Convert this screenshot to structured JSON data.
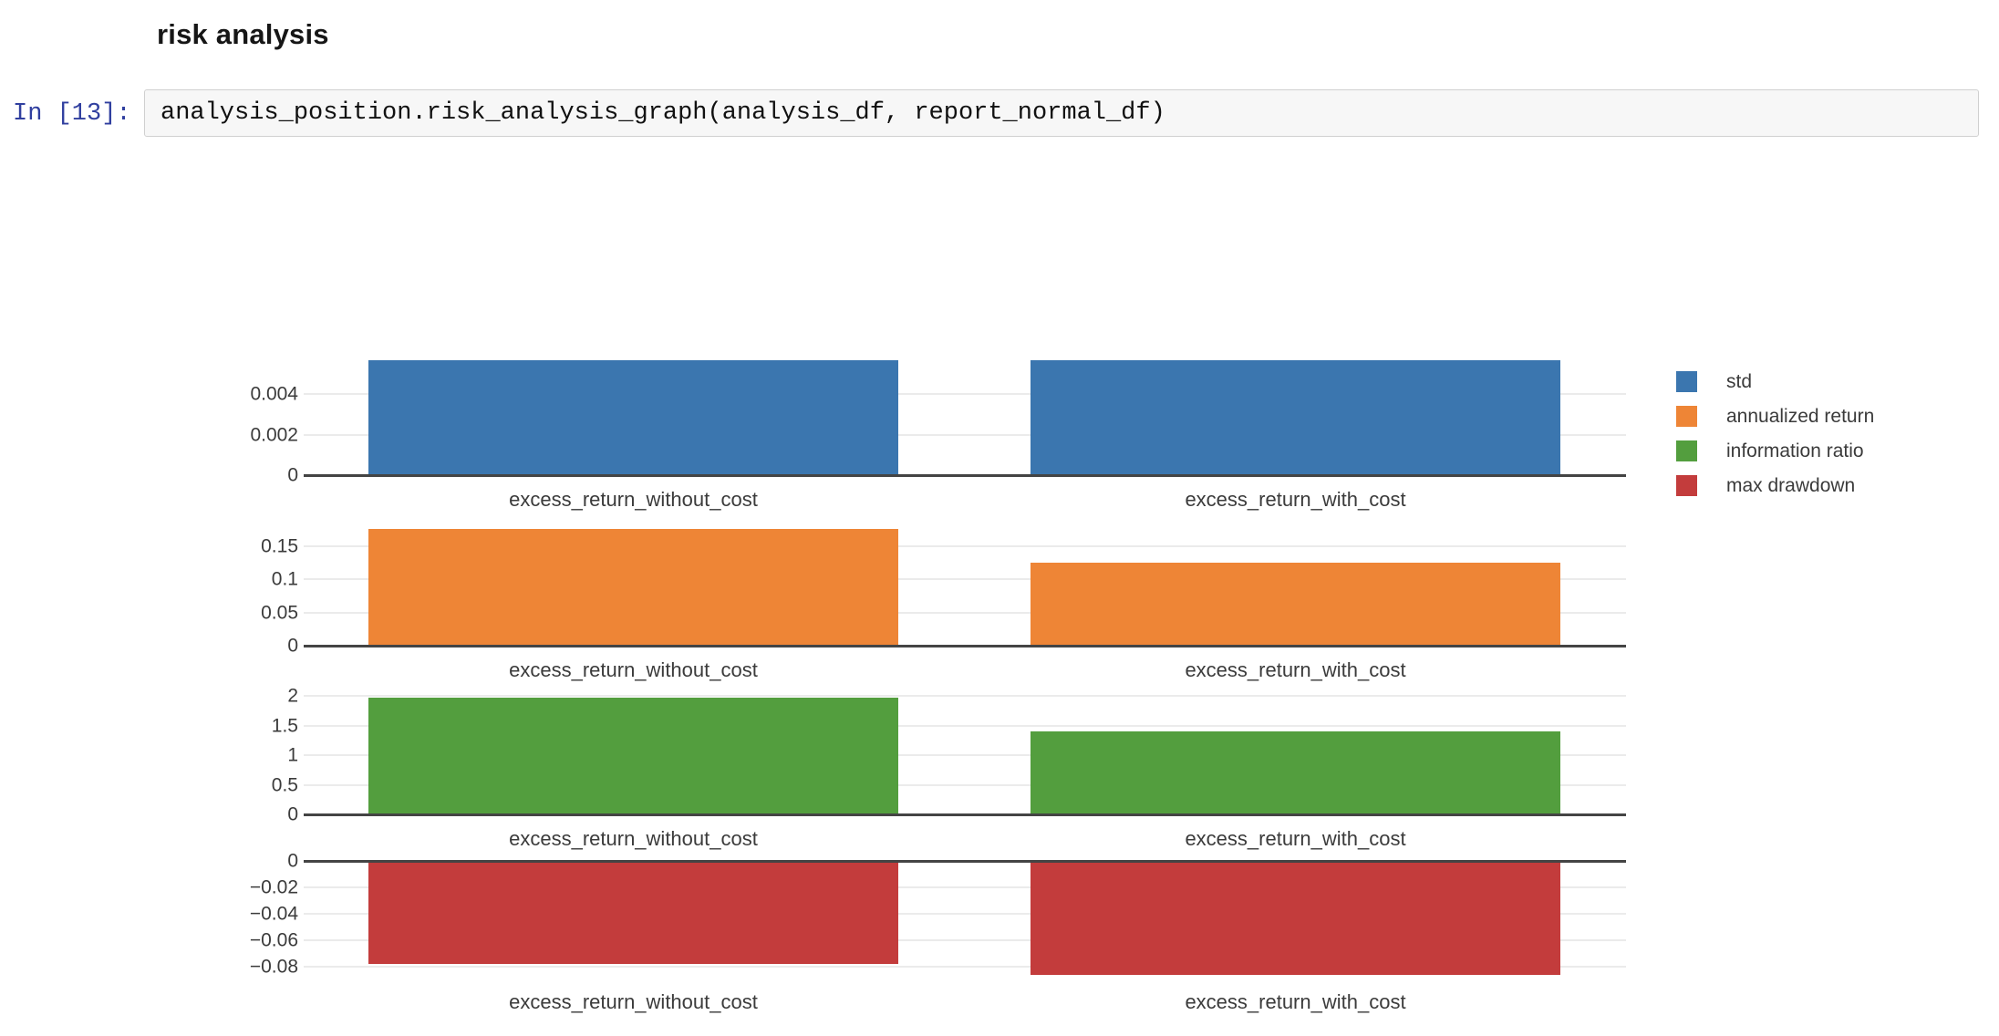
{
  "notebook": {
    "section_title": "risk analysis",
    "cell": {
      "prompt": "In [13]:",
      "code": "analysis_position.risk_analysis_graph(analysis_df, report_normal_df)"
    }
  },
  "chart_data": {
    "type": "bar",
    "categories": [
      "excess_return_without_cost",
      "excess_return_with_cost"
    ],
    "grid": true,
    "legend_position": "top-right",
    "subplots": [
      {
        "name": "std",
        "color": "#3B76AF",
        "values": [
          0.0057,
          0.0057
        ],
        "yticks": [
          0,
          0.002,
          0.004
        ],
        "ytick_labels": [
          "0",
          "0.002",
          "0.004"
        ],
        "ylim": [
          0,
          0.006
        ]
      },
      {
        "name": "annualized return",
        "color": "#EE8536",
        "values": [
          0.175,
          0.125
        ],
        "yticks": [
          0,
          0.05,
          0.1,
          0.15
        ],
        "ytick_labels": [
          "0",
          "0.05",
          "0.1",
          "0.15"
        ],
        "ylim": [
          0,
          0.185
        ]
      },
      {
        "name": "information ratio",
        "color": "#539E3E",
        "values": [
          1.97,
          1.4
        ],
        "yticks": [
          0,
          0.5,
          1,
          1.5,
          2
        ],
        "ytick_labels": [
          "0",
          "0.5",
          "1",
          "1.5",
          "2"
        ],
        "ylim": [
          0,
          2.13
        ]
      },
      {
        "name": "max drawdown",
        "color": "#C33C3C",
        "values": [
          -0.078,
          -0.086
        ],
        "yticks": [
          0,
          -0.02,
          -0.04,
          -0.06,
          -0.08
        ],
        "ytick_labels": [
          "0",
          "−0.02",
          "−0.04",
          "−0.06",
          "−0.08"
        ],
        "ylim": [
          -0.088,
          0
        ]
      }
    ]
  }
}
